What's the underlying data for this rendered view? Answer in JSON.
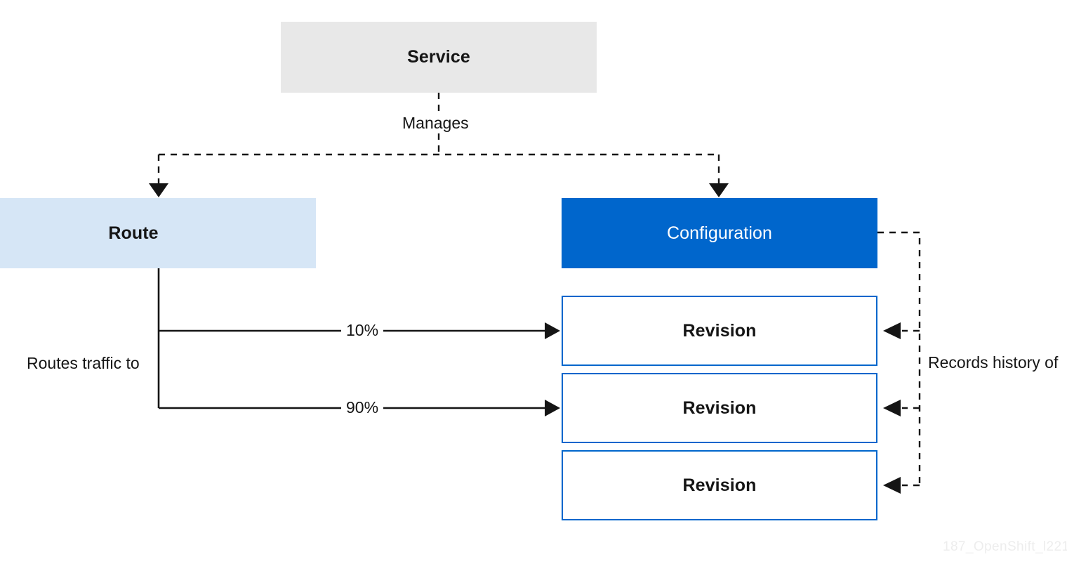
{
  "diagram": {
    "title_watermark": "187_OpenShift_l221",
    "colors": {
      "service_fill": "#e8e8e8",
      "route_fill": "#d6e6f6",
      "configuration_fill": "#0066cc",
      "revision_border": "#0066cc",
      "revision_fill": "#ffffff",
      "text_dark": "#151515",
      "text_light": "#ffffff",
      "connector": "#151515",
      "watermark": "#ededed"
    },
    "nodes": {
      "service": {
        "label": "Service"
      },
      "route": {
        "label": "Route"
      },
      "configuration": {
        "label": "Configuration"
      },
      "revisions": [
        {
          "label": "Revision"
        },
        {
          "label": "Revision"
        },
        {
          "label": "Revision"
        }
      ]
    },
    "edges": {
      "manages": "Manages",
      "routes_traffic_to": "Routes traffic to",
      "records_history_of": "Records history of",
      "traffic_split": [
        {
          "label": "10%"
        },
        {
          "label": "90%"
        }
      ]
    }
  }
}
